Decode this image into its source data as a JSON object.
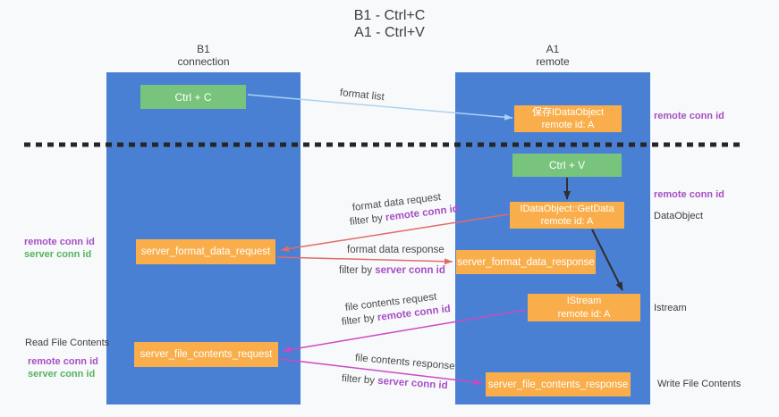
{
  "title": {
    "line1": "B1 - Ctrl+C",
    "line2": "A1 - Ctrl+V"
  },
  "lanes": {
    "left": {
      "title": "B1",
      "subtitle": "connection"
    },
    "right": {
      "title": "A1",
      "subtitle": "remote"
    }
  },
  "nodes": {
    "ctrl_c": "Ctrl + C",
    "ctrl_v": "Ctrl + V",
    "save_idataobject": {
      "line1": "保存IDataObject",
      "line2": "remote id: A"
    },
    "getdata": {
      "line1": "IDataObject::GetData",
      "line2": "remote id: A"
    },
    "istream": {
      "line1": "IStream",
      "line2": "remote id: A"
    },
    "server_format_data_request": "server_format_data_request",
    "server_format_data_response": "server_format_data_response",
    "server_file_contents_request": "server_file_contents_request",
    "server_file_contents_response": "server_file_contents_response"
  },
  "annotations": {
    "right": {
      "remote_conn_id_top": "remote conn id",
      "remote_conn_id_mid": "remote conn id",
      "dataobject": "DataObject",
      "istream": "Istream",
      "write_file_contents": "Write File Contents"
    },
    "left": {
      "remote_conn_id_mid": "remote conn id",
      "server_conn_id_mid": "server conn id",
      "read_file_contents": "Read File Contents",
      "remote_conn_id_bottom": "remote conn id",
      "server_conn_id_bottom": "server conn id"
    }
  },
  "flows": {
    "format_list": "format list",
    "format_data_request": "format data request",
    "format_data_request_filter": {
      "prefix": "filter by ",
      "value": "remote conn id"
    },
    "format_data_response": "format data response",
    "format_data_response_filter": {
      "prefix": "filter by ",
      "value": "server conn id"
    },
    "file_contents_request": "file contents request",
    "file_contents_request_filter": {
      "prefix": "filter by ",
      "value": "remote conn id"
    },
    "file_contents_response": "file contents response",
    "file_contents_response_filter": {
      "prefix": "filter by ",
      "value": "server conn id"
    }
  },
  "colors": {
    "background": "#f8f9fa",
    "lane_blue": "#4a80d4",
    "node_green": "#79c47d",
    "node_orange": "#f9ae4b",
    "arrow_light_blue": "#aad3f2",
    "arrow_red": "#e06b6b",
    "arrow_magenta": "#cc49c4",
    "arrow_black": "#2f2f2f",
    "separator_black": "#262626",
    "text_purple": "#a54fc5",
    "text_green": "#54b35f"
  }
}
